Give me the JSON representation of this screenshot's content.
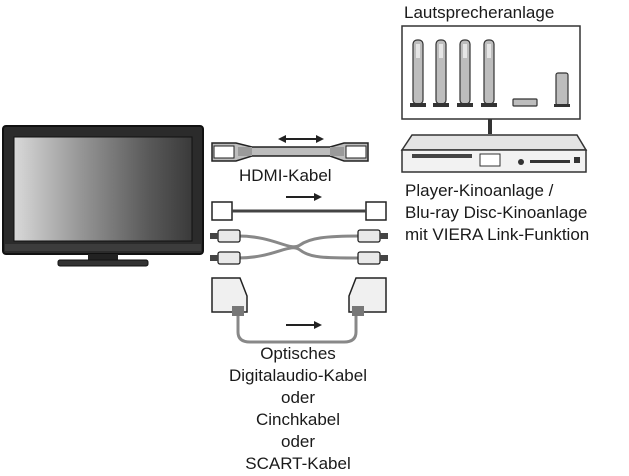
{
  "labels": {
    "speaker_system": "Lautsprecheranlage",
    "hdmi_cable": "HDMI-Kabel",
    "player_lines": [
      "Player-Kinoanlage /",
      "Blu-ray Disc-Kinoanlage",
      "mit VIERA Link-Funktion"
    ],
    "cable_options": [
      "Optisches",
      "Digitalaudio-Kabel",
      "oder",
      "Cinchkabel",
      "oder",
      "SCART-Kabel"
    ]
  },
  "icons": {
    "tv": "tv-icon",
    "speakers": "speaker-system-icon",
    "player": "blu-ray-player-icon",
    "hdmi": "hdmi-cable-icon",
    "optical": "optical-cable-icon",
    "rca": "rca-cable-icon",
    "scart": "scart-cable-icon"
  }
}
